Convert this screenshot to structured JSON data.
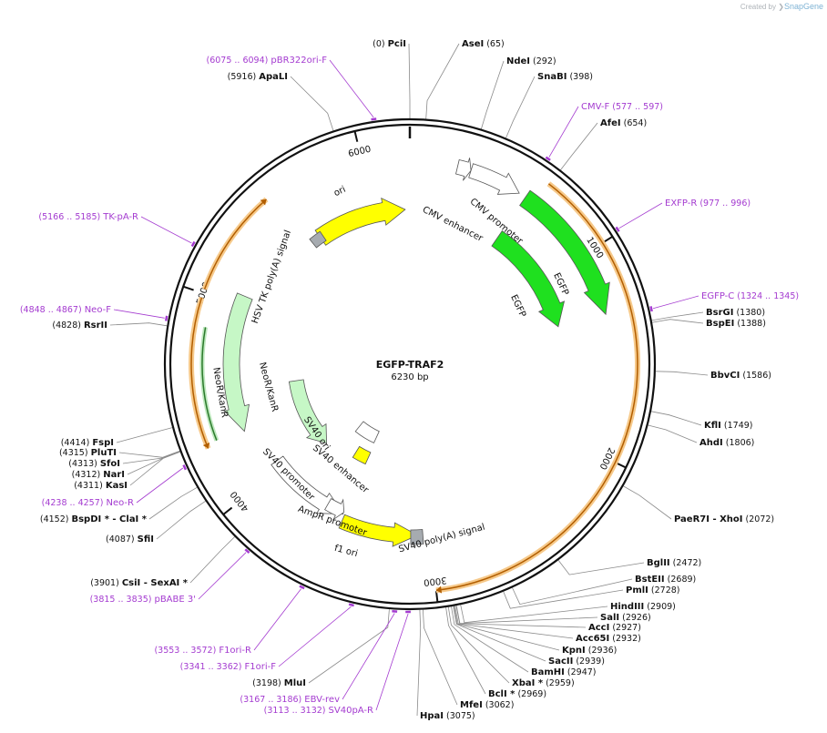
{
  "credit": {
    "prefix": "Created by",
    "brand": "SnapGene"
  },
  "plasmid": {
    "name": "EGFP-TRAF2",
    "length_label": "6230 bp",
    "length": 6230
  },
  "ticks": [
    "1000",
    "2000",
    "3000",
    "4000",
    "5000",
    "6000"
  ],
  "colors": {
    "egfp": "#1fe01f",
    "ori": "#ffff00",
    "neo": "#c6f7c6",
    "grey": "#a6abb0",
    "orf": "#f0a030",
    "orf_arrow": "#b25e00",
    "primer": "#a43bd0"
  },
  "features": [
    {
      "id": "cmv-enhancer",
      "label": "CMV enhancer",
      "color": "#ffffff"
    },
    {
      "id": "cmv-promoter",
      "label": "CMV promoter",
      "color": "#ffffff"
    },
    {
      "id": "egfp-outer",
      "label": "EGFP",
      "color": "#1fe01f"
    },
    {
      "id": "egfp-inner",
      "label": "EGFP",
      "color": "#1fe01f"
    },
    {
      "id": "ori",
      "label": "ori",
      "color": "#ffff00"
    },
    {
      "id": "hsv-tk-polya",
      "label": "HSV TK poly(A) signal",
      "color": "#a6abb0"
    },
    {
      "id": "neo-outer",
      "label": "NeoR/KanR",
      "color": "#c6f7c6"
    },
    {
      "id": "neo-inner",
      "label": "NeoR/KanR",
      "color": "#c6f7c6"
    },
    {
      "id": "sv40-ori",
      "label": "SV40 ori",
      "color": "#ffff00"
    },
    {
      "id": "sv40-enhancer",
      "label": "SV40 enhancer",
      "color": "#ffffff"
    },
    {
      "id": "sv40-promoter",
      "label": "SV40 promoter",
      "color": "#ffffff"
    },
    {
      "id": "ampr-promoter",
      "label": "AmpR promoter",
      "color": "#ffffff"
    },
    {
      "id": "f1-ori",
      "label": "f1 ori",
      "color": "#ffff00"
    },
    {
      "id": "sv40-polya",
      "label": "SV40 poly(A) signal",
      "color": "#a6abb0"
    }
  ],
  "sites": [
    {
      "pos": "(0)",
      "name": "PciI"
    },
    {
      "pos": "(65)",
      "name": "AseI"
    },
    {
      "pos": "(292)",
      "name": "NdeI"
    },
    {
      "pos": "(398)",
      "name": "SnaBI"
    },
    {
      "pos": "(654)",
      "name": "AfeI"
    },
    {
      "pos": "(1380)",
      "name": "BsrGI"
    },
    {
      "pos": "(1388)",
      "name": "BspEI"
    },
    {
      "pos": "(1586)",
      "name": "BbvCI"
    },
    {
      "pos": "(1749)",
      "name": "KflI"
    },
    {
      "pos": "(1806)",
      "name": "AhdI"
    },
    {
      "pos": "(2072)",
      "name": "PaeR7I - XhoI"
    },
    {
      "pos": "(2472)",
      "name": "BglII"
    },
    {
      "pos": "(2689)",
      "name": "BstEII"
    },
    {
      "pos": "(2728)",
      "name": "PmlI"
    },
    {
      "pos": "(2909)",
      "name": "HindIII"
    },
    {
      "pos": "(2926)",
      "name": "SalI"
    },
    {
      "pos": "(2927)",
      "name": "AccI"
    },
    {
      "pos": "(2932)",
      "name": "Acc65I"
    },
    {
      "pos": "(2936)",
      "name": "KpnI"
    },
    {
      "pos": "(2939)",
      "name": "SacII"
    },
    {
      "pos": "(2947)",
      "name": "BamHI"
    },
    {
      "pos": "(2959)",
      "name": "XbaI *"
    },
    {
      "pos": "(2969)",
      "name": "BclI *"
    },
    {
      "pos": "(3062)",
      "name": "MfeI"
    },
    {
      "pos": "(3075)",
      "name": "HpaI"
    },
    {
      "pos": "(3198)",
      "name": "MluI"
    },
    {
      "pos": "(3901)",
      "name": "CsiI - SexAI *"
    },
    {
      "pos": "(4087)",
      "name": "SfiI"
    },
    {
      "pos": "(4152)",
      "name": "BspDI * - ClaI *"
    },
    {
      "pos": "(4311)",
      "name": "KasI"
    },
    {
      "pos": "(4312)",
      "name": "NarI"
    },
    {
      "pos": "(4313)",
      "name": "SfoI"
    },
    {
      "pos": "(4315)",
      "name": "PluTI"
    },
    {
      "pos": "(4414)",
      "name": "FspI"
    },
    {
      "pos": "(4828)",
      "name": "RsrII"
    },
    {
      "pos": "(5916)",
      "name": "ApaLI"
    }
  ],
  "primers": [
    {
      "pos": "(6075 .. 6094)",
      "name": "pBR322ori-F"
    },
    {
      "pos": "(577 .. 597)",
      "name": "CMV-F"
    },
    {
      "pos": "(977 .. 996)",
      "name": "EXFP-R"
    },
    {
      "pos": "(1324 .. 1345)",
      "name": "EGFP-C"
    },
    {
      "pos": "(5166 .. 5185)",
      "name": "TK-pA-R"
    },
    {
      "pos": "(4848 .. 4867)",
      "name": "Neo-F"
    },
    {
      "pos": "(4238 .. 4257)",
      "name": "Neo-R"
    },
    {
      "pos": "(3815 .. 3835)",
      "name": "pBABE 3'"
    },
    {
      "pos": "(3553 .. 3572)",
      "name": "F1ori-R"
    },
    {
      "pos": "(3341 .. 3362)",
      "name": "F1ori-F"
    },
    {
      "pos": "(3167 .. 3186)",
      "name": "EBV-rev"
    },
    {
      "pos": "(3113 .. 3132)",
      "name": "SV40pA-R"
    }
  ]
}
